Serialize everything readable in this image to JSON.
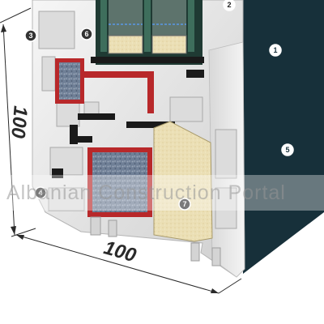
{
  "dimensions": {
    "height_label": "100",
    "width_label": "100"
  },
  "markers": [
    {
      "number": "1",
      "icon": "circle-1-icon"
    },
    {
      "number": "2",
      "icon": "circle-2-icon"
    },
    {
      "number": "3",
      "icon": "circle-3-icon"
    },
    {
      "number": "4",
      "icon": "circle-4-icon"
    },
    {
      "number": "5",
      "icon": "circle-5-icon"
    },
    {
      "number": "6",
      "icon": "circle-6-icon"
    },
    {
      "number": "7",
      "icon": "circle-7-icon"
    }
  ],
  "watermark": {
    "text": "Albanian Construction Portal"
  },
  "colors": {
    "dark_panel": "#17303a",
    "pvc_profile": "#e9e9e9",
    "reinforcement_red": "#b8282a",
    "insulation_foam": "#e8dcb2",
    "seal_black": "#1a1a1a",
    "glass_green": "#3e6e5c"
  }
}
